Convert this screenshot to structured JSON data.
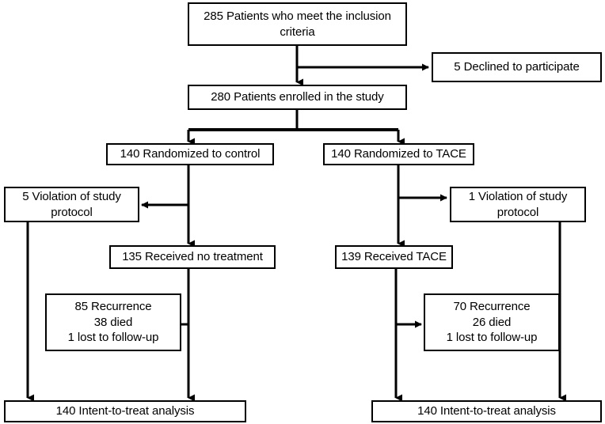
{
  "diagram": {
    "title": "CONSORT patient flow diagram",
    "stroke_color": "#000000",
    "background_color": "#ffffff",
    "nodes": [
      {
        "id": "inclusion",
        "label": "285 Patients who meet the inclusion criteria",
        "count": "285",
        "text": "Patients who meet the inclusion criteria"
      },
      {
        "id": "declined",
        "label": "5 Declined to participate",
        "count": "5",
        "text": "Declined to participate"
      },
      {
        "id": "enrolled",
        "label": "280 Patients enrolled in the study",
        "count": "280",
        "text": "Patients enrolled in the study"
      },
      {
        "id": "rand-control",
        "label": "140 Randomized to control",
        "count": "140",
        "text": "Randomized to control"
      },
      {
        "id": "rand-tace",
        "label": "140 Randomized to TACE",
        "count": "140",
        "text": "Randomized to TACE"
      },
      {
        "id": "violation-left",
        "label": "5 Violation of study protocol",
        "count": "5",
        "text": "Violation of study protocol"
      },
      {
        "id": "violation-right",
        "label": "1 Violation of study protocol",
        "count": "1",
        "text": "Violation of study protocol"
      },
      {
        "id": "no-treatment",
        "label": "135 Received no treatment",
        "count": "135",
        "text": "Received no treatment"
      },
      {
        "id": "received-tace",
        "label": "139 Received TACE",
        "count": "139",
        "text": "Received TACE"
      },
      {
        "id": "outcomes-left",
        "label": "85 Recurrence / 38 died / 1 lost to follow-up",
        "lines": [
          "85 Recurrence",
          "38 died",
          "1 lost to follow-up"
        ]
      },
      {
        "id": "outcomes-right",
        "label": "70 Recurrence / 26 died / 1 lost to follow-up",
        "lines": [
          "70 Recurrence",
          "26 died",
          "1 lost to follow-up"
        ]
      },
      {
        "id": "itt-left",
        "label": "140 Intent-to-treat analysis",
        "count": "140",
        "text": "Intent-to-treat analysis"
      },
      {
        "id": "itt-right",
        "label": "140 Intent-to-treat analysis",
        "count": "140",
        "text": "Intent-to-treat analysis"
      }
    ]
  }
}
